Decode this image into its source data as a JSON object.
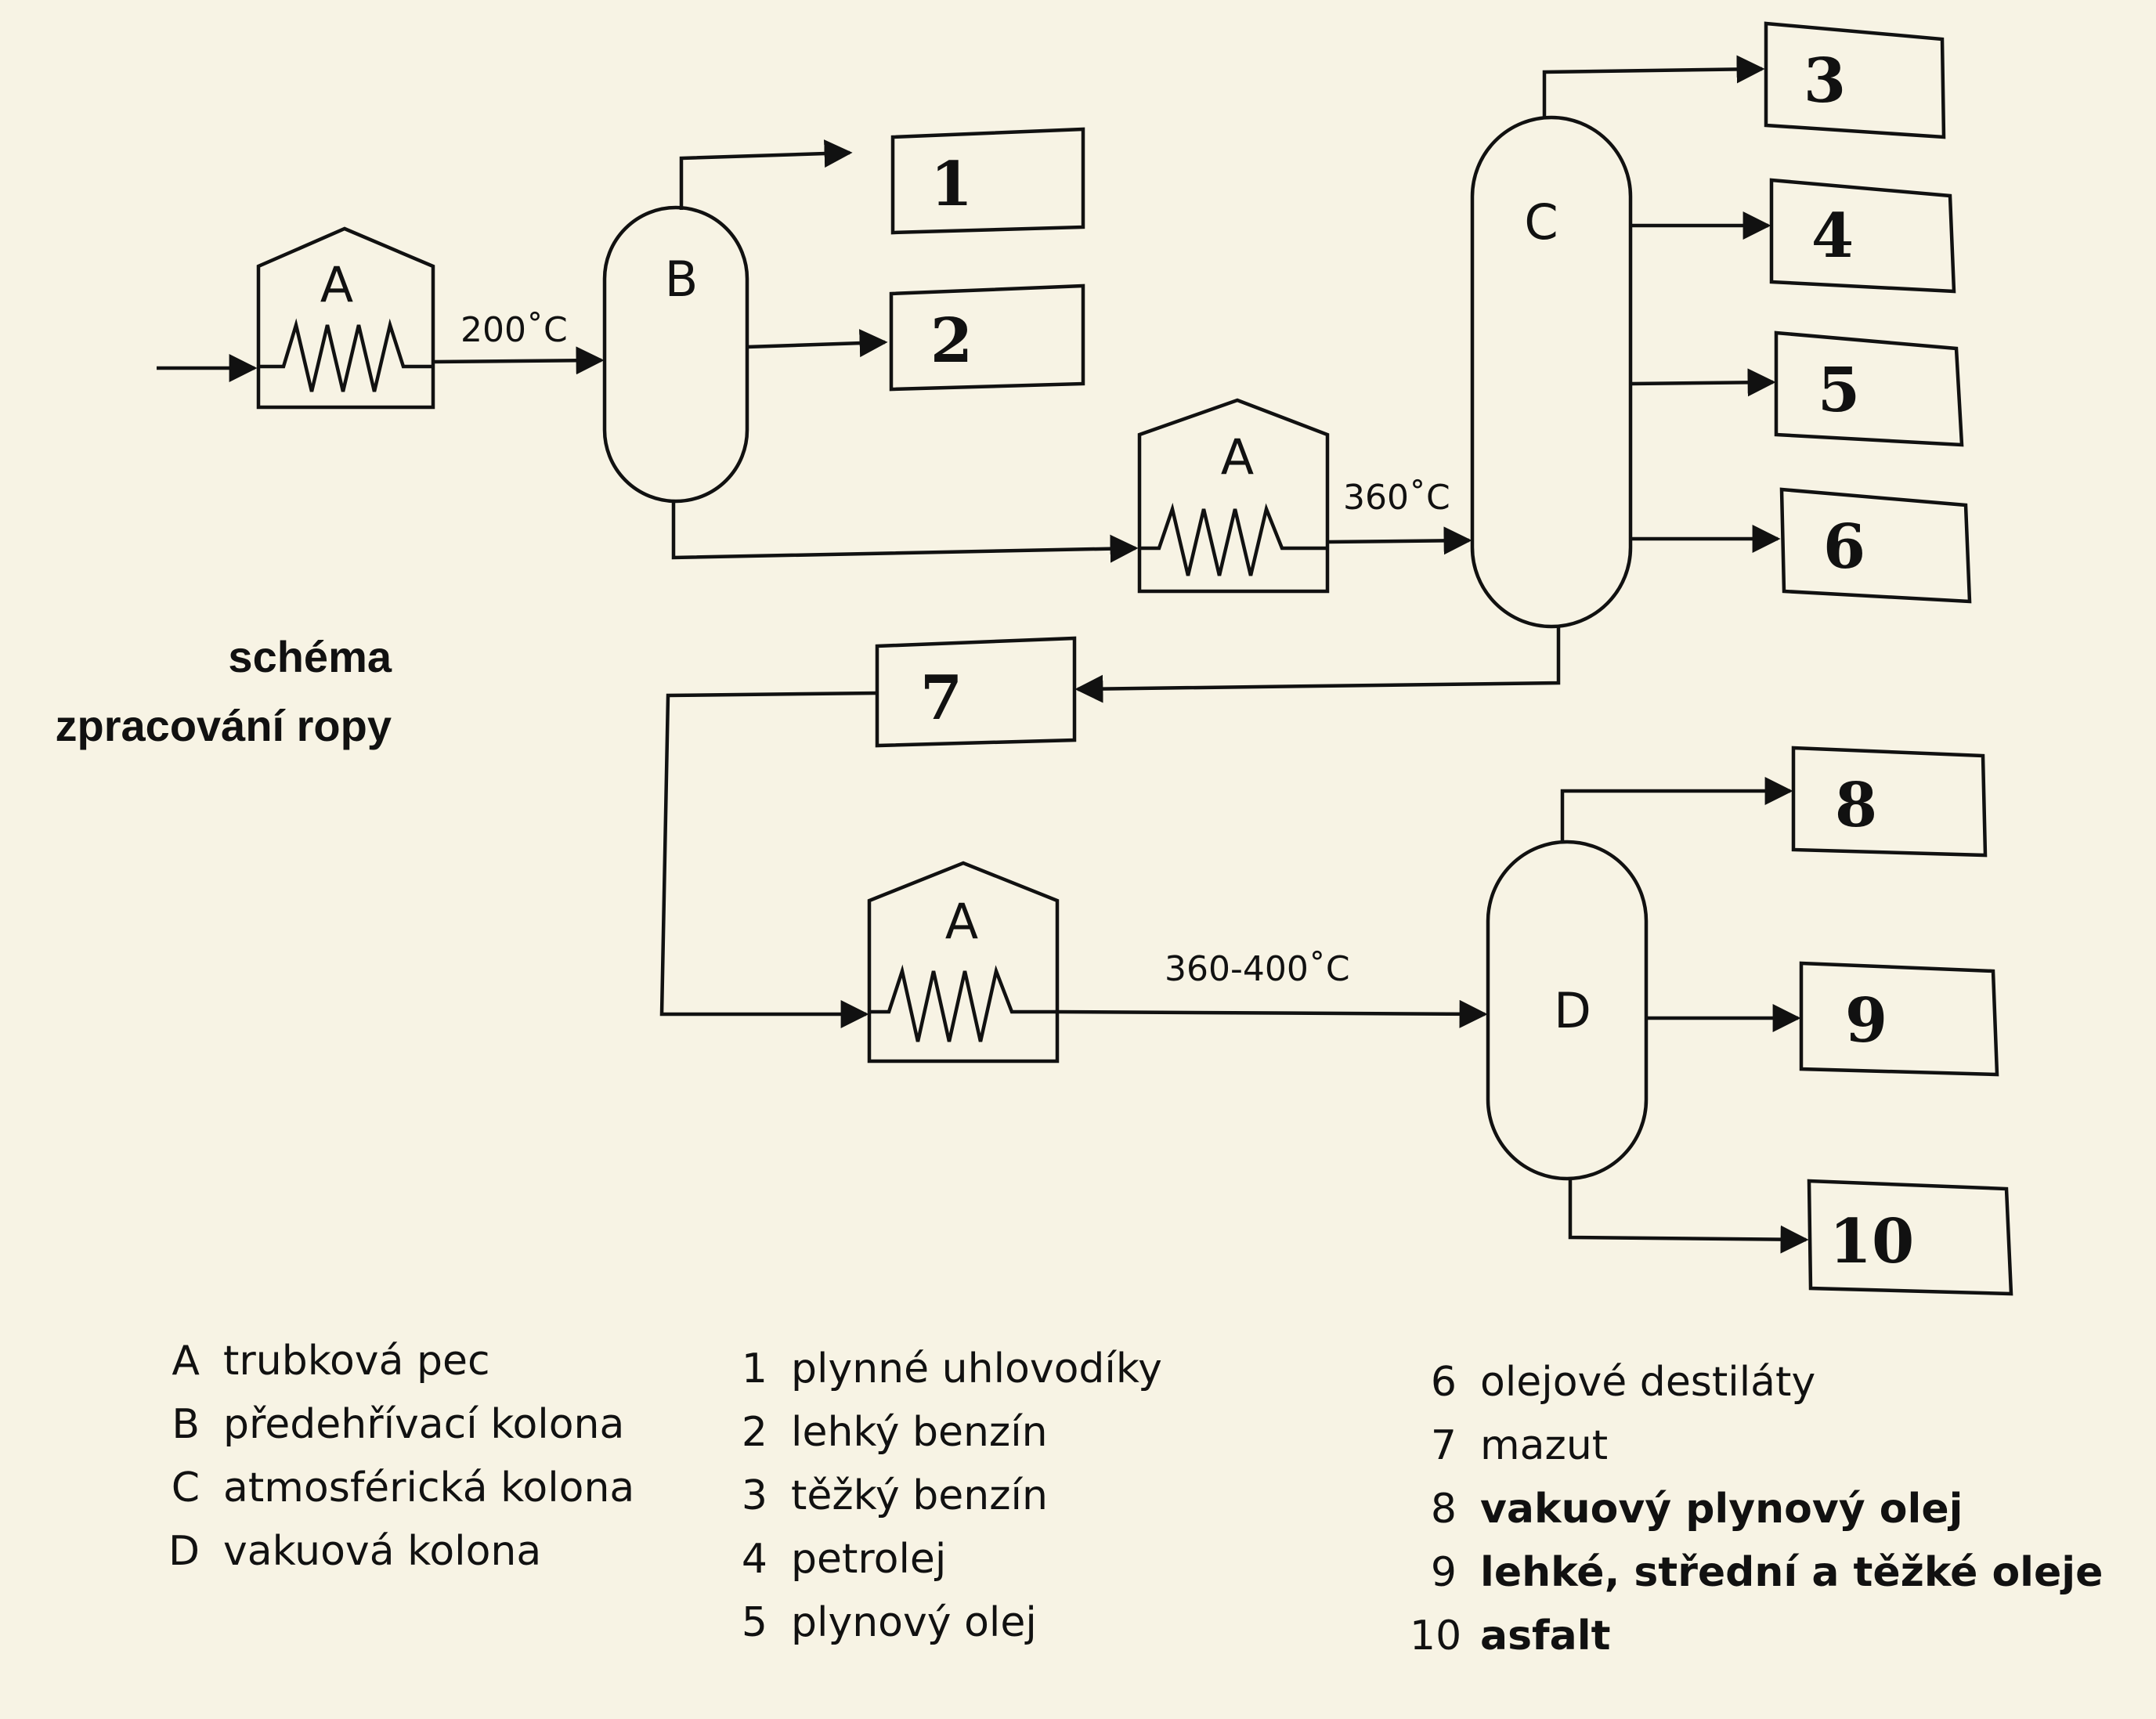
{
  "title": {
    "line1": "schéma",
    "line2": "zpracování ropy"
  },
  "units": {
    "furnace_1": "A",
    "furnace_2": "A",
    "furnace_3": "A",
    "column_b": "B",
    "column_c": "C",
    "column_d": "D"
  },
  "temperatures": {
    "t1": "200˚C",
    "t2": "360˚C",
    "t3": "360-400˚C"
  },
  "boxes": [
    "1",
    "2",
    "3",
    "4",
    "5",
    "6",
    "7",
    "8",
    "9",
    "10"
  ],
  "legend": {
    "units": [
      {
        "key": "A",
        "text": "trubková pec"
      },
      {
        "key": "B",
        "text": "předehřívací kolona"
      },
      {
        "key": "C",
        "text": "atmosférická kolona"
      },
      {
        "key": "D",
        "text": "vakuová kolona"
      }
    ],
    "products_1": [
      {
        "key": "1",
        "text": "plynné uhlovodíky"
      },
      {
        "key": "2",
        "text": "lehký benzín"
      },
      {
        "key": "3",
        "text": "těžký benzín"
      },
      {
        "key": "4",
        "text": "petrolej"
      },
      {
        "key": "5",
        "text": "plynový olej"
      }
    ],
    "products_2": [
      {
        "key": "6",
        "text": "olejové destiláty"
      },
      {
        "key": "7",
        "text": "mazut"
      },
      {
        "key": "8",
        "text": "vakuový plynový olej"
      },
      {
        "key": "9",
        "text": "lehké, střední a těžké oleje"
      },
      {
        "key": "10",
        "text": "asfalt"
      }
    ]
  }
}
